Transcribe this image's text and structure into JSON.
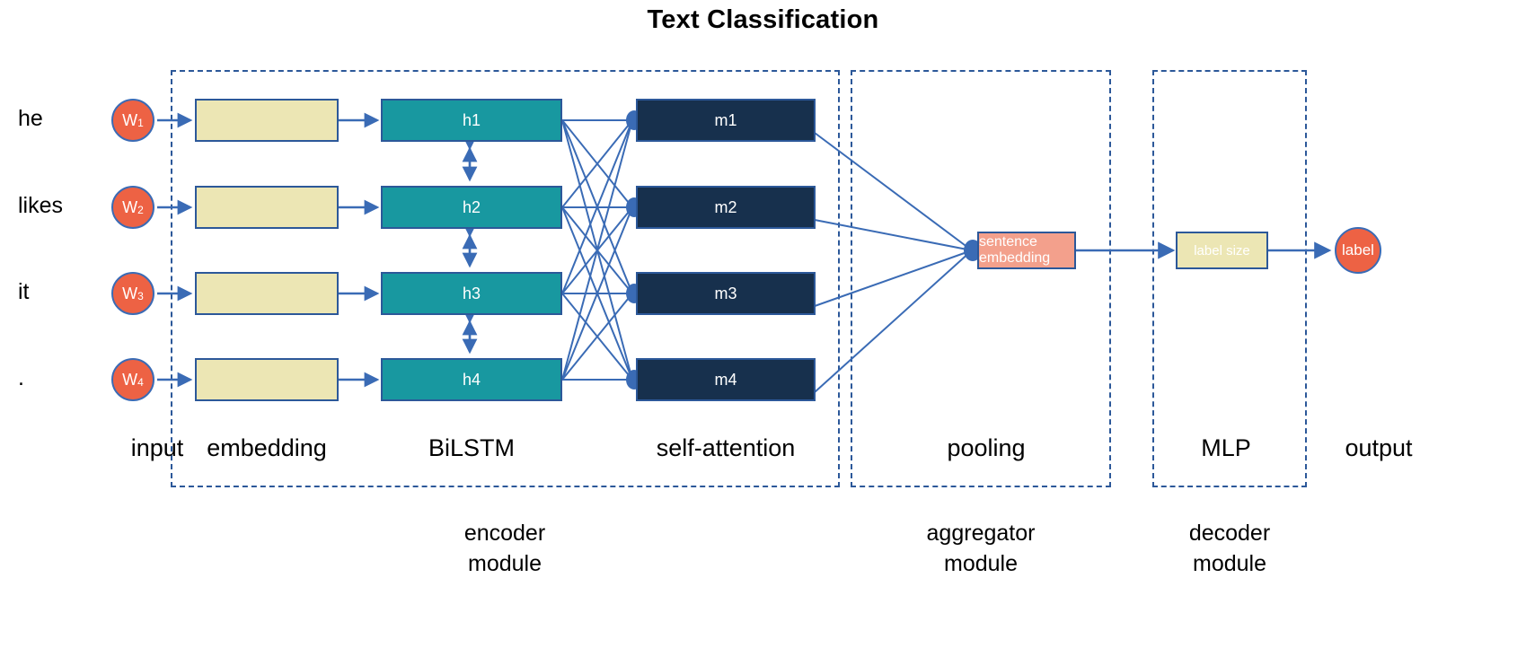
{
  "title": "Text Classification",
  "colors": {
    "word_circle": "#ed6244",
    "embedding_box": "#ece6b4",
    "lstm_box": "#1898a0",
    "attention_box": "#17304d",
    "pooling_box": "#f3a08c",
    "mlp_box": "#ece6b4",
    "frame_border": "#2c5899",
    "arrow": "#3a6bb5"
  },
  "input": {
    "words": [
      "he",
      "likes",
      "it",
      "."
    ],
    "tokens": [
      {
        "prefix": "W",
        "index": "1"
      },
      {
        "prefix": "W",
        "index": "2"
      },
      {
        "prefix": "W",
        "index": "3"
      },
      {
        "prefix": "W",
        "index": "4"
      }
    ]
  },
  "embedding": {
    "boxes": [
      "",
      "",
      "",
      ""
    ]
  },
  "bilstm": {
    "boxes": [
      "h1",
      "h2",
      "h3",
      "h4"
    ]
  },
  "self_attention": {
    "boxes": [
      "m1",
      "m2",
      "m3",
      "m4"
    ]
  },
  "pooling": {
    "box_label": "sentence embedding"
  },
  "mlp": {
    "box_label": "label size"
  },
  "output": {
    "label": "label"
  },
  "stages": [
    {
      "key": "input",
      "label": "input"
    },
    {
      "key": "embedding",
      "label": "embedding"
    },
    {
      "key": "bilstm",
      "label": "BiLSTM"
    },
    {
      "key": "self_attention",
      "label": "self-attention"
    },
    {
      "key": "pooling",
      "label": "pooling"
    },
    {
      "key": "mlp",
      "label": "MLP"
    },
    {
      "key": "output",
      "label": "output"
    }
  ],
  "modules": [
    {
      "key": "encoder",
      "line1": "encoder",
      "line2": "module"
    },
    {
      "key": "aggregator",
      "line1": "aggregator",
      "line2": "module"
    },
    {
      "key": "decoder",
      "line1": "decoder",
      "line2": "module"
    }
  ]
}
